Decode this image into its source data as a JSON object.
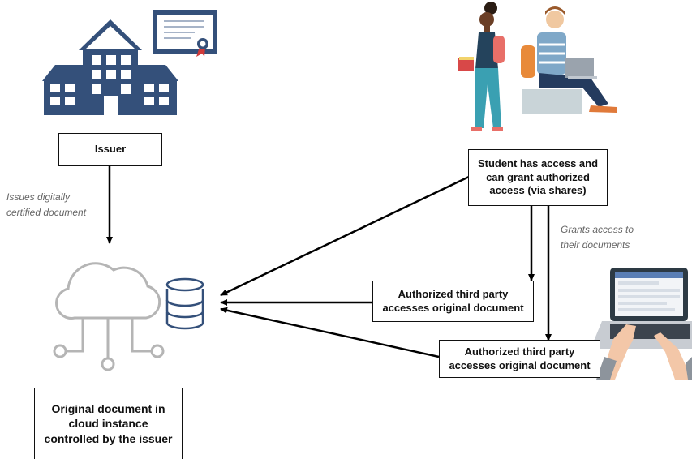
{
  "issuer_label": "Issuer",
  "issue_note": [
    "Issues digitally",
    "certified document"
  ],
  "student_box": [
    "Student has access and",
    "can grant authorized",
    "access (via shares)"
  ],
  "grant_note": [
    "Grants access to",
    "their documents"
  ],
  "third_party_1": [
    "Authorized third party",
    "accesses original document"
  ],
  "third_party_2": [
    "Authorized third party",
    "accesses original document"
  ],
  "cloud_box": [
    "Original document in",
    "cloud instance",
    "controlled by the issuer"
  ],
  "colors": {
    "navy": "#34507a",
    "cloud_gray": "#b5b5b5",
    "arrow": "#000000"
  },
  "icons": [
    "school-building-icon",
    "certificate-icon",
    "students-icon",
    "cloud-network-icon",
    "database-icon",
    "laptop-hands-icon"
  ]
}
